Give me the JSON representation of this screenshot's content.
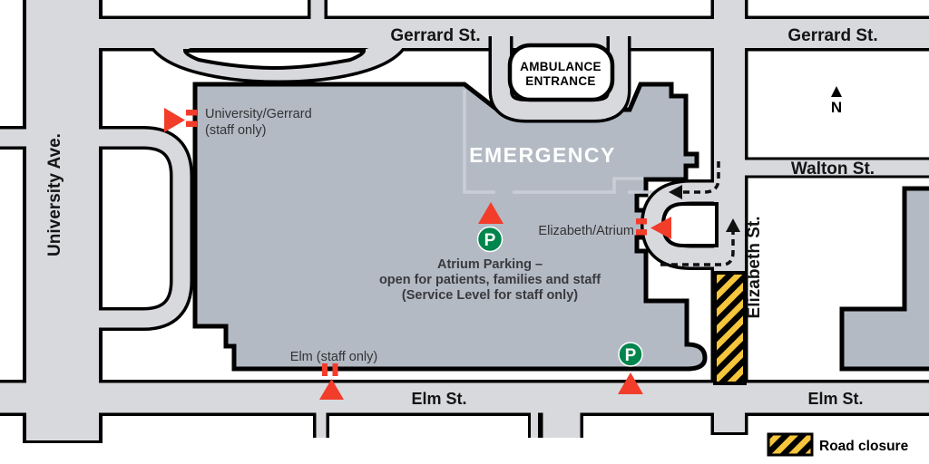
{
  "streets": {
    "gerrard_west": "Gerrard St.",
    "gerrard_east": "Gerrard St.",
    "university": "University Ave.",
    "walton": "Walton St.",
    "elizabeth": "Elizabeth St.",
    "elm_west": "Elm St.",
    "elm_east": "Elm St."
  },
  "building": {
    "emergency_label": "EMERGENCY",
    "ambulance_line1": "AMBULANCE",
    "ambulance_line2": "ENTRANCE"
  },
  "entrances": {
    "university_gerrard_line1": "University/Gerrard",
    "university_gerrard_line2": "(staff only)",
    "elizabeth_atrium": "Elizabeth/Atrium",
    "elm": "Elm (staff only)"
  },
  "atrium_parking": {
    "line1": "Atrium Parking –",
    "line2": "open for patients, families and staff",
    "line3": "(Service Level for staff only)"
  },
  "parking_icon_glyph": "P",
  "north_label": "N",
  "legend": {
    "road_closure": "Road closure"
  },
  "colors": {
    "road_fill": "#d8d9dd",
    "road_casing": "#000000",
    "building_fill": "#b3bac4",
    "emergency_outline": "#c9ced6",
    "marker_red": "#f23d2b",
    "parking_green": "#00854d",
    "closure_yellow": "#f5c53c",
    "background": "#ffffff"
  }
}
